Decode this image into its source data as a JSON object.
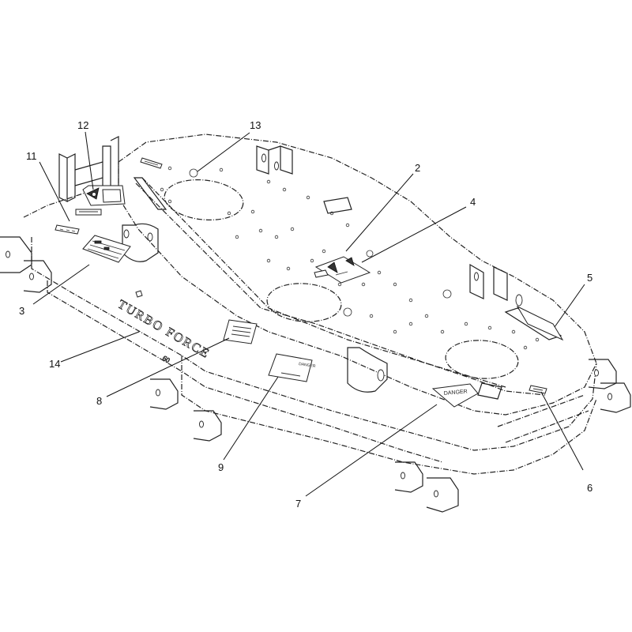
{
  "callouts": {
    "c1": "2",
    "c2": "3",
    "c3": "4",
    "c4": "5",
    "c5": "6",
    "c6": "7",
    "c7": "8",
    "c8": "9",
    "c9": "11",
    "c10": "12",
    "c11": "13",
    "c12": "14"
  },
  "decals": {
    "brand": "TURBO FORCE",
    "brand_size": "60",
    "danger_7": "DANGER",
    "danger_9": "DANGER"
  }
}
